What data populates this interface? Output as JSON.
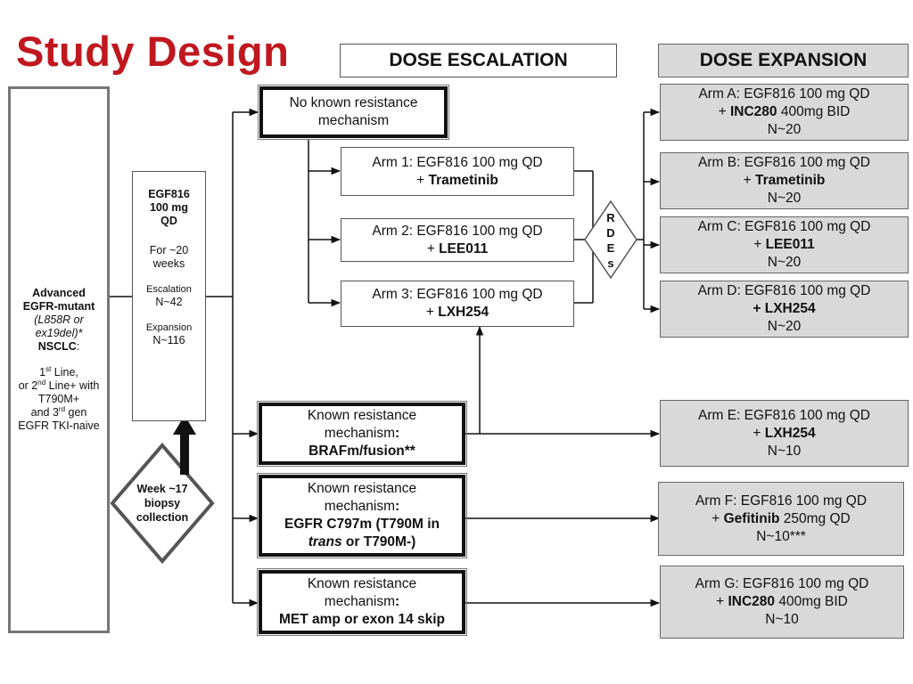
{
  "title": "Study Design",
  "headers": {
    "escalation": "DOSE ESCALATION",
    "expansion": "DOSE EXPANSION"
  },
  "population": {
    "line1": "Advanced",
    "line2": "EGFR-mutant",
    "line3": "(L858R or",
    "line4": "ex19del)*",
    "line5": "NSCLC",
    "line5_colon": ":",
    "first": "1",
    "first_sup": "st",
    "first_rest": " Line,",
    "second_pre": "or  2",
    "second_sup": "nd",
    "second_rest": " Line+  with",
    "t790": "T790M+",
    "third_pre": "and 3",
    "third_sup": "rd",
    "third_rest": " gen",
    "tki": "EGFR TKI-naive"
  },
  "egf_box": {
    "drug": "EGF816",
    "dose": "100 mg",
    "freq": "QD",
    "for1": "For ~20",
    "for2": "weeks",
    "esc_label": "Escalation",
    "esc_n": "N~42",
    "exp_label": "Expansion",
    "exp_n": "N~116"
  },
  "biopsy": {
    "line1": "Week ~17",
    "line2": "biopsy",
    "line3": "collection"
  },
  "rdes": [
    "R",
    "D",
    "E",
    "s"
  ],
  "resistance": {
    "none": {
      "line1": "No known resistance",
      "line2": "mechanism"
    },
    "braf": {
      "line1": "Known resistance",
      "line2": "mechanism",
      "colon": ":",
      "line3": "BRAFm/fusion**"
    },
    "c797": {
      "line1": "Known resistance",
      "line2": "mechanism",
      "colon": ":",
      "line3": "EGFR C797m (T790M in",
      "line4_italic": "trans",
      "line4_rest": " or T790M-)"
    },
    "met": {
      "line1": "Known resistance",
      "line2": "mechanism",
      "colon": ":",
      "line3": "MET amp or exon 14 skip"
    }
  },
  "escalation_arms": [
    {
      "label": "Arm 1: EGF816 100 mg QD",
      "combo_prefix": "+ ",
      "combo": "Trametinib"
    },
    {
      "label": "Arm 2: EGF816 100 mg QD",
      "combo_prefix": "+ ",
      "combo": "LEE011"
    },
    {
      "label": "Arm 3: EGF816 100 mg QD",
      "combo_prefix": "+ ",
      "combo": "LXH254"
    }
  ],
  "expansion_arms": [
    {
      "label": "Arm A: EGF816 100 mg QD",
      "combo_prefix": "+ ",
      "combo": "INC280",
      "combo_suffix": " 400mg BID",
      "n": "N~20"
    },
    {
      "label": "Arm B: EGF816 100 mg QD",
      "combo_prefix": "+ ",
      "combo": "Trametinib",
      "combo_suffix": "",
      "n": "N~20"
    },
    {
      "label": "Arm C: EGF816 100 mg QD",
      "combo_prefix": "+ ",
      "combo": "LEE011",
      "combo_suffix": "",
      "n": "N~20"
    },
    {
      "label": "Arm D: EGF816 100 mg QD",
      "combo_prefix": "",
      "combo": "+ LXH254",
      "combo_suffix": "",
      "n": "N~20"
    },
    {
      "label": "Arm E: EGF816 100 mg QD",
      "combo_prefix": "+ ",
      "combo": "LXH254",
      "combo_suffix": "",
      "n": "N~10"
    },
    {
      "label": "Arm F: EGF816 100 mg QD",
      "combo_prefix": "+ ",
      "combo": "Gefitinib",
      "combo_suffix": " 250mg QD",
      "n": "N~10***"
    },
    {
      "label": "Arm G: EGF816 100 mg QD",
      "combo_prefix": "+ ",
      "combo": "INC280",
      "combo_suffix": " 400mg BID",
      "n": "N~10"
    }
  ]
}
